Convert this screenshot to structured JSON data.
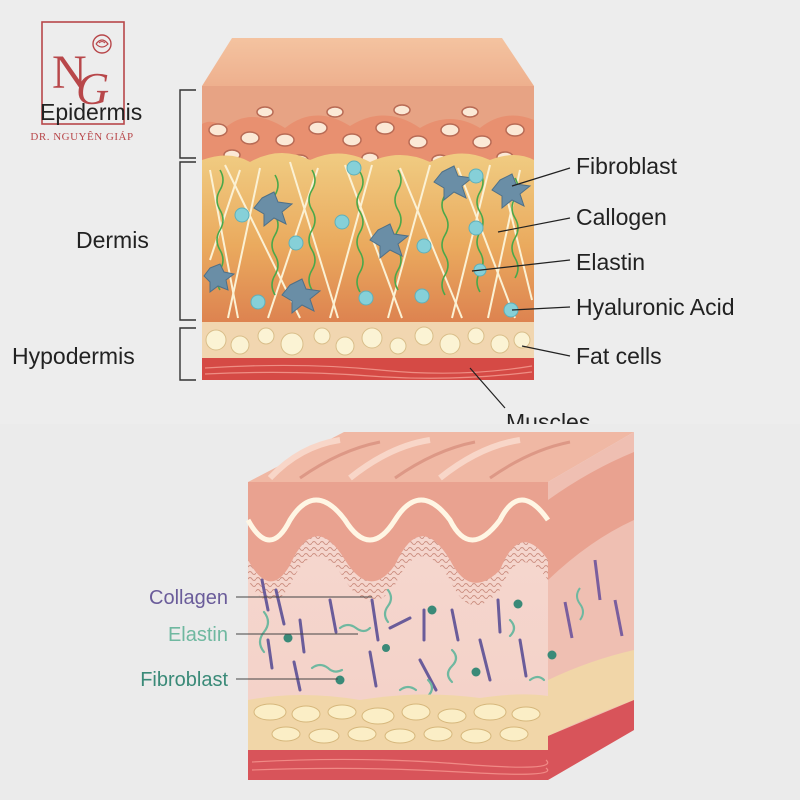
{
  "logo": {
    "monogram_n": "N",
    "monogram_g": "G",
    "caption": "DR. NGUYÊN GIÁP",
    "color": "#b8474a"
  },
  "top_diagram": {
    "layers": {
      "epidermis": "Epidermis",
      "dermis": "Dermis",
      "hypodermis": "Hypodermis"
    },
    "components": {
      "fibroblast": "Fibroblast",
      "collagen": "Callogen",
      "elastin": "Elastin",
      "hyaluronic_acid": "Hyaluronic Acid",
      "fat_cells": "Fat cells",
      "muscles": "Muscles"
    }
  },
  "bottom_diagram": {
    "labels": {
      "collagen": "Collagen",
      "elastin": "Elastin",
      "fibroblast": "Fibroblast"
    },
    "colors": {
      "collagen": "#6a5c9a",
      "elastin": "#6fb8a0",
      "fibroblast": "#3a8a78"
    }
  }
}
